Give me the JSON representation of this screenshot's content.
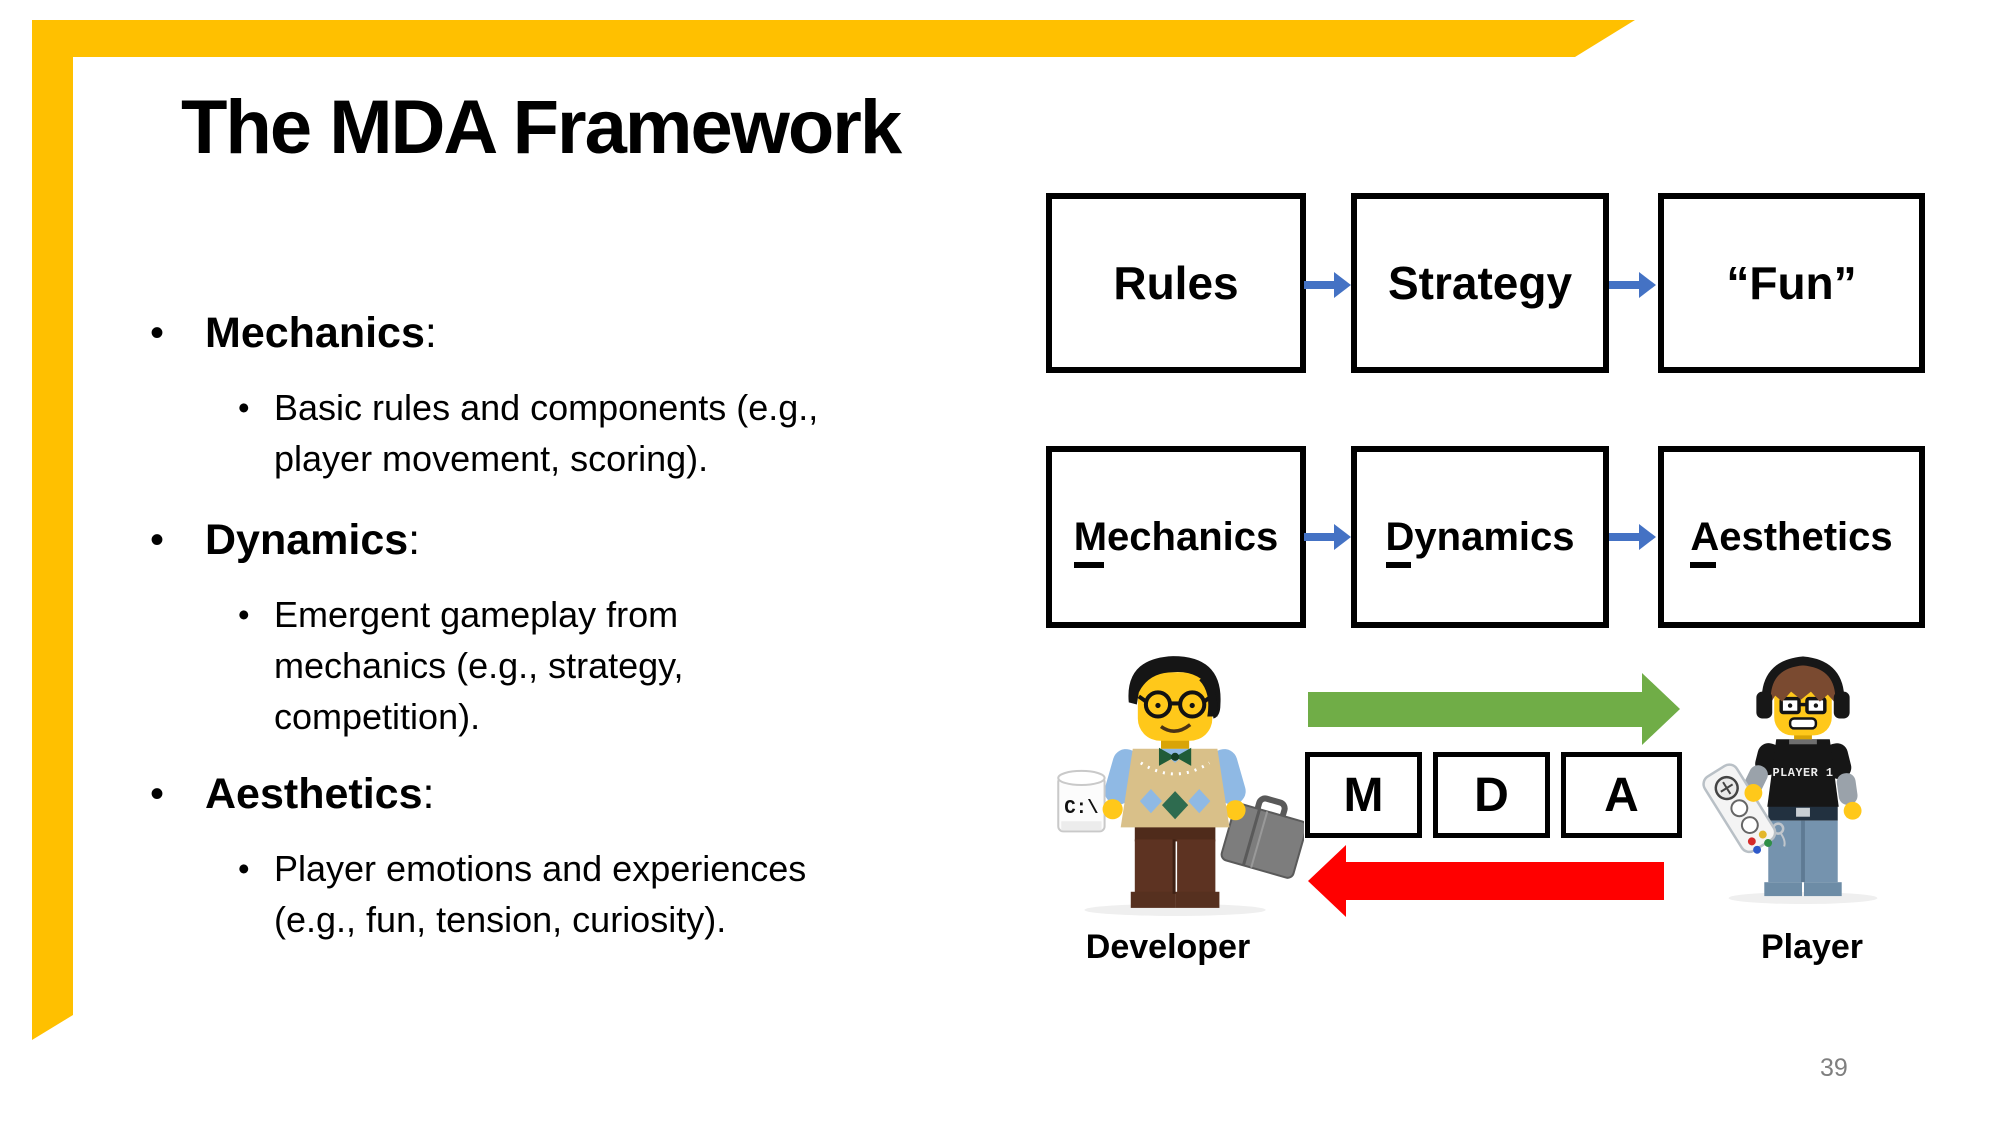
{
  "slide": {
    "title": "The MDA Framework",
    "page_number": "39"
  },
  "colors": {
    "accent_yellow": "#FFC000",
    "arrow_blue": "#4472C4",
    "arrow_green": "#70AD47",
    "arrow_red": "#FF0000",
    "text": "#000000",
    "page_number_gray": "#7F7F7F"
  },
  "bullets": [
    {
      "term": "Mechanics",
      "suffix": ":",
      "lines": [
        "Basic rules and components (e.g.,",
        "player movement, scoring)."
      ]
    },
    {
      "term": "Dynamics",
      "suffix": ":",
      "lines": [
        "Emergent gameplay from",
        "mechanics (e.g., strategy,",
        "competition)."
      ]
    },
    {
      "term": "Aesthetics",
      "suffix": ":",
      "lines": [
        "Player emotions and experiences",
        "(e.g., fun, tension, curiosity)."
      ]
    }
  ],
  "diagram": {
    "top_row": [
      "Rules",
      "Strategy",
      "“Fun”"
    ],
    "bottom_row": [
      {
        "first": "M",
        "rest": "echanics"
      },
      {
        "first": "D",
        "rest": "ynamics"
      },
      {
        "first": "A",
        "rest": "esthetics"
      }
    ],
    "mda_boxes": [
      "M",
      "D",
      "A"
    ],
    "developer_label": "Developer",
    "player_label": "Player",
    "mug_text": "C:\\",
    "shirt_text": "PLAYER 1"
  }
}
